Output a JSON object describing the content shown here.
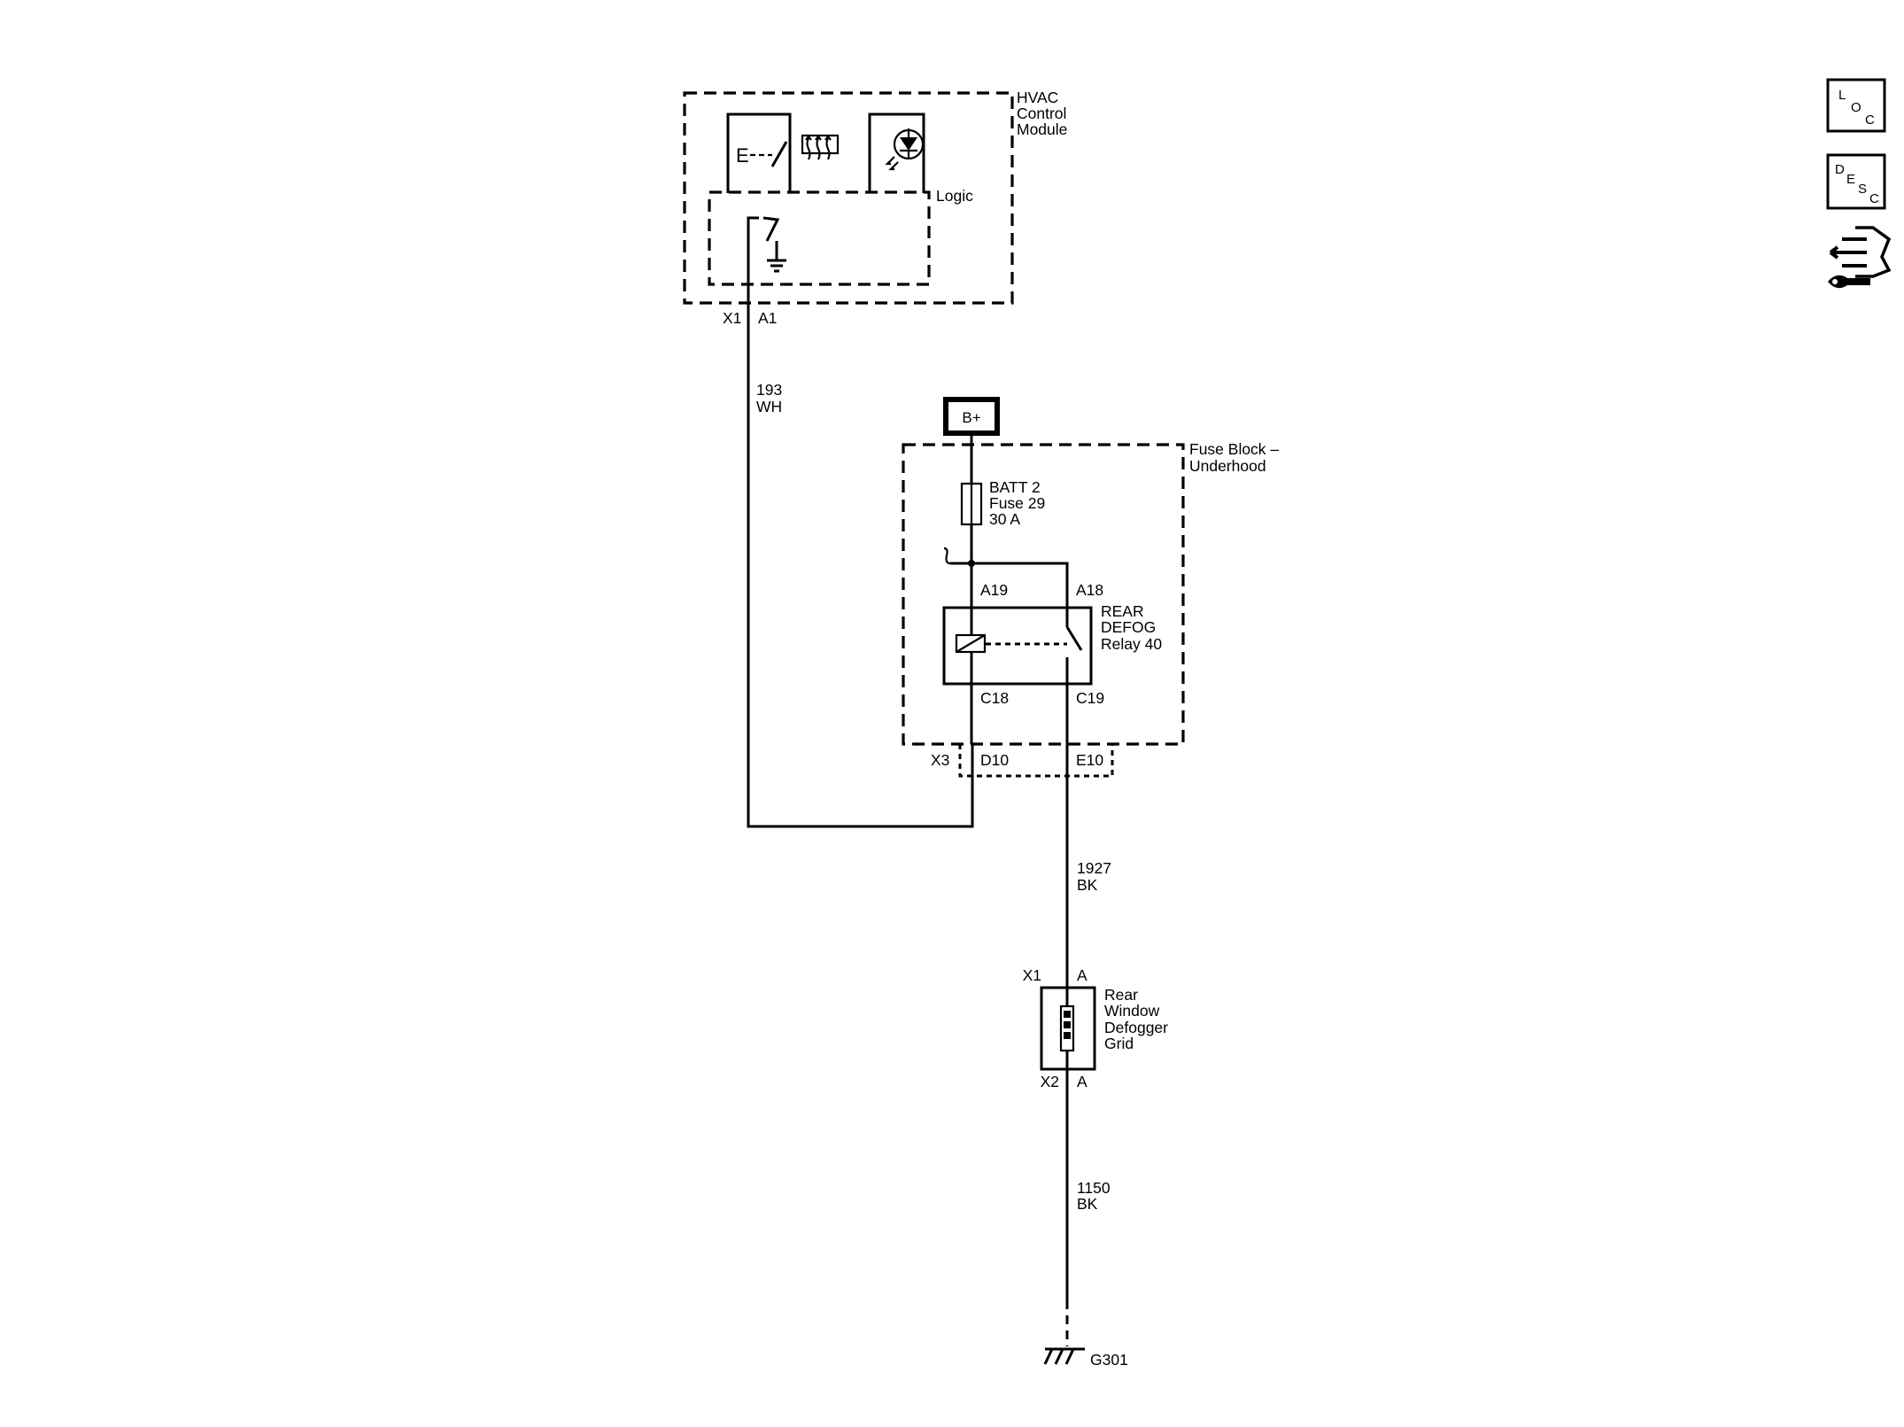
{
  "hvac_module": {
    "name_lines": [
      "HVAC",
      "Control",
      "Module"
    ],
    "logic_label": "Logic",
    "connector": "X1",
    "pin": "A1"
  },
  "wire_193": {
    "circuit": "193",
    "color": "WH"
  },
  "power": {
    "label": "B+"
  },
  "fuse_block": {
    "name_lines": [
      "Fuse Block –",
      "Underhood"
    ],
    "fuse_lines": [
      "BATT 2",
      "Fuse 29",
      "30 A"
    ],
    "relay_lines": [
      "REAR",
      "DEFOG",
      "Relay 40"
    ],
    "pins": {
      "a19": "A19",
      "a18": "A18",
      "c18": "C18",
      "c19": "C19"
    },
    "connector": "X3",
    "connector_pins": {
      "d10": "D10",
      "e10": "E10"
    }
  },
  "wire_1927": {
    "circuit": "1927",
    "color": "BK"
  },
  "defogger": {
    "name_lines": [
      "Rear",
      "Window",
      "Defogger",
      "Grid"
    ],
    "top_connector": "X1",
    "top_pin": "A",
    "bottom_connector": "X2",
    "bottom_pin": "A"
  },
  "wire_1150": {
    "circuit": "1150",
    "color": "BK"
  },
  "ground": {
    "label": "G301"
  },
  "side_icons": [
    {
      "name": "loc-icon",
      "letters": [
        "L",
        "O",
        "C"
      ]
    },
    {
      "name": "desc-icon",
      "letters": [
        "D",
        "E",
        "S",
        "C"
      ]
    },
    {
      "name": "connector-repair-icon"
    }
  ]
}
